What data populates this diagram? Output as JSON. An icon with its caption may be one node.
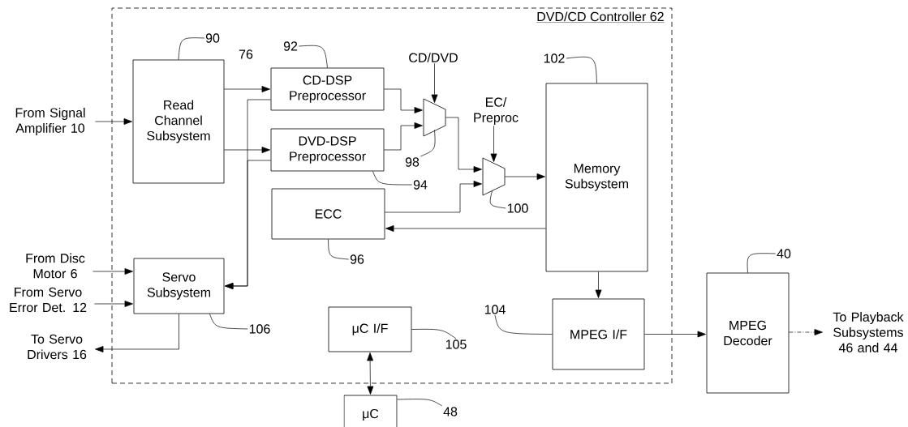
{
  "diagram": {
    "nodes": [
      {
        "text": [
          "DVD/CD Controller 62"
        ]
      },
      {
        "text": [
          "From Signal Amplifier 10"
        ]
      },
      {
        "text": [
          "Read Channel Subsystem"
        ],
        "in": 0
      },
      {
        "text": [
          "CD-DSP Preprocessor"
        ],
        "in": 0
      },
      {
        "text": [
          "DVD-DSP Preprocessor"
        ],
        "in": 0
      },
      {
        "text": [
          "CD/DVD"
        ],
        "in": 0
      },
      {
        "text": [],
        "shape": "trapezoid",
        "in": 0
      },
      {
        "text": [
          "EC/ Preproc"
        ],
        "in": 0
      },
      {
        "text": [],
        "shape": "trapezoid",
        "in": 0
      },
      {
        "text": [
          "ECC"
        ],
        "in": 0
      },
      {
        "text": [
          "Memory Subsystem"
        ],
        "in": 0
      },
      {
        "text": [
          "From Disc Motor 6"
        ]
      },
      {
        "text": [
          "From Servo Error Det. 12"
        ]
      },
      {
        "text": [
          "Servo Subsystem"
        ],
        "in": 0
      },
      {
        "text": [
          "To Servo Drivers 16"
        ]
      },
      {
        "text": [
          "μC I/F"
        ],
        "in": 0
      },
      {
        "text": [
          "MPEG I/F"
        ],
        "in": 0
      },
      {
        "text": [
          "μC"
        ]
      },
      {
        "text": [
          "MPEG Decoder"
        ]
      },
      {
        "text": [
          "To Playback Subsystems 46 and 44"
        ]
      },
      {
        "text": [
          "90"
        ],
        "in": 0
      },
      {
        "text": [
          "92"
        ],
        "in": 0
      },
      {
        "text": [
          "94"
        ],
        "in": 0
      },
      {
        "text": [
          "98"
        ],
        "in": 0
      },
      {
        "text": [
          "100"
        ],
        "in": 0
      },
      {
        "text": [
          "102"
        ],
        "in": 0
      },
      {
        "text": [
          "96"
        ],
        "in": 0
      },
      {
        "text": [
          "106"
        ],
        "in": 0
      },
      {
        "text": [
          "105"
        ],
        "in": 0
      },
      {
        "text": [
          "104"
        ],
        "in": 0
      },
      {
        "text": [
          "48"
        ]
      },
      {
        "text": [
          "40"
        ]
      }
    ],
    "edges": [
      {
        "from": 1,
        "to": 2,
        "arrow": "to"
      },
      {
        "from": 2,
        "to": 3,
        "arrow": "to"
      },
      {
        "from": 2,
        "to": 4,
        "arrow": "to"
      },
      {
        "from": 3,
        "to": 6,
        "arrow": "to"
      },
      {
        "from": 4,
        "to": 6,
        "arrow": "to"
      },
      {
        "from": 5,
        "to": 6,
        "arrow": "to"
      },
      {
        "from": 6,
        "to": 8,
        "arrow": "to"
      },
      {
        "from": 7,
        "to": 8,
        "arrow": "to"
      },
      {
        "from": 9,
        "to": 8,
        "arrow": "to"
      },
      {
        "from": 10,
        "to": 9,
        "arrow": "to"
      },
      {
        "from": 8,
        "to": 10,
        "arrow": "to"
      },
      {
        "from": 10,
        "to": 16,
        "arrow": "to"
      },
      {
        "from": 16,
        "to": 18,
        "arrow": "to"
      },
      {
        "from": 18,
        "to": 19,
        "arrow": "to",
        "style": "dashed"
      },
      {
        "from": 11,
        "to": 13,
        "arrow": "to"
      },
      {
        "from": 12,
        "to": 13,
        "arrow": "to"
      },
      {
        "from": 13,
        "to": 14,
        "arrow": "to"
      },
      {
        "from": 3,
        "to": 13,
        "arrow": "to"
      },
      {
        "from": 4,
        "to": 13,
        "arrow": "to"
      },
      {
        "from": 15,
        "to": 17,
        "arrow": "both"
      },
      {
        "from": 20,
        "to": 2,
        "arrow": "none"
      },
      {
        "from": 21,
        "to": 3,
        "arrow": "none"
      },
      {
        "from": 22,
        "to": 4,
        "arrow": "none"
      },
      {
        "from": 23,
        "to": 6,
        "arrow": "none"
      },
      {
        "from": 24,
        "to": 8,
        "arrow": "none"
      },
      {
        "from": 25,
        "to": 10,
        "arrow": "none"
      },
      {
        "from": 26,
        "to": 9,
        "arrow": "none"
      },
      {
        "from": 27,
        "to": 13,
        "arrow": "none"
      },
      {
        "from": 28,
        "to": 15,
        "arrow": "none"
      },
      {
        "from": 29,
        "to": 16,
        "arrow": "none"
      },
      {
        "from": 30,
        "to": 17,
        "arrow": "none"
      },
      {
        "from": 31,
        "to": 18,
        "arrow": "none"
      }
    ],
    "labels": [
      "76"
    ]
  }
}
